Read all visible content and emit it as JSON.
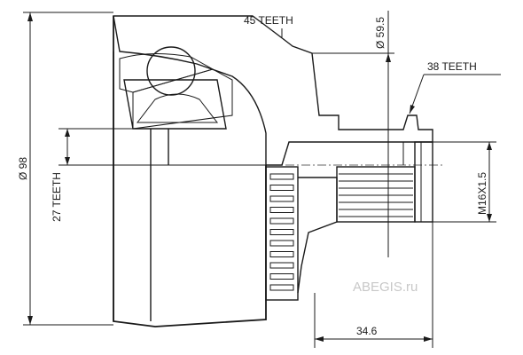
{
  "labels": {
    "teeth_outer": "45 TEETH",
    "diameter_top": "Ø 59.5",
    "teeth_shaft": "38 TEETH",
    "diameter_body": "Ø 98",
    "teeth_inner": "27 TEETH",
    "thread": "M16X1.5",
    "length": "34.6"
  },
  "watermark": "ABEGIS.ru"
}
